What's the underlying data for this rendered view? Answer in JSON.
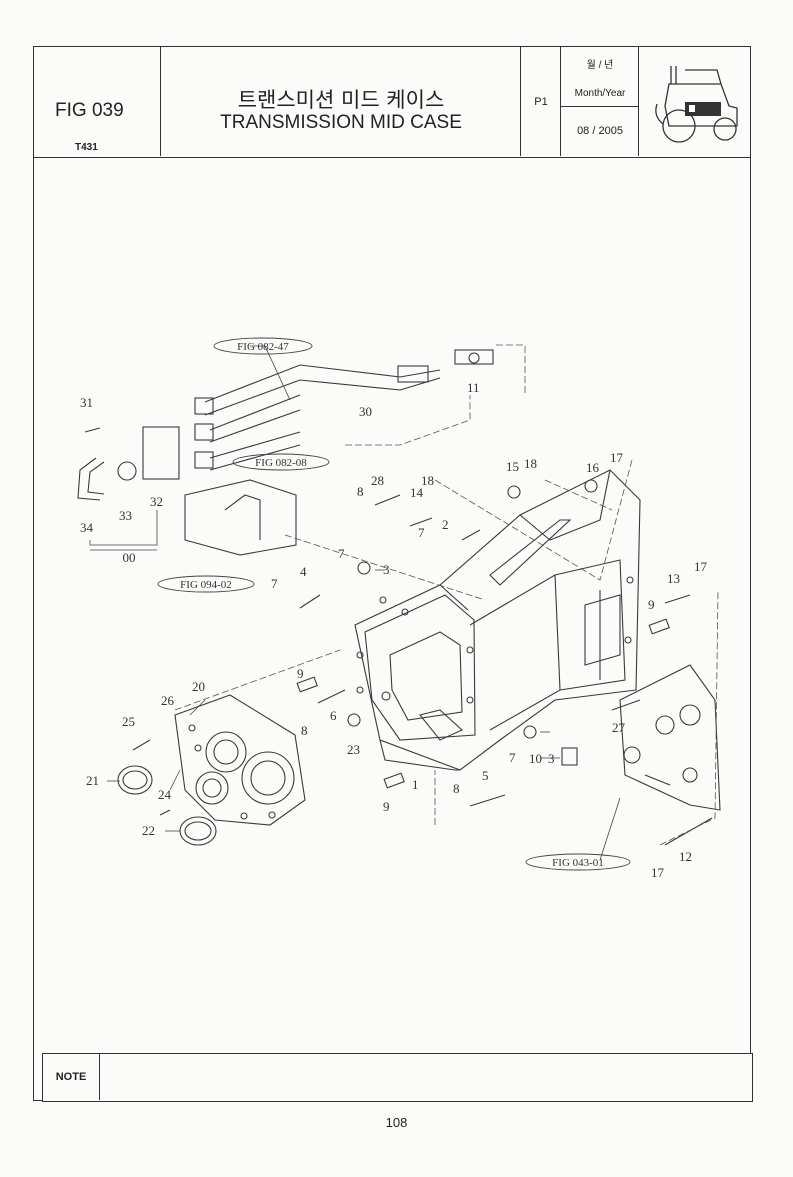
{
  "header": {
    "fig_no": "FIG 039",
    "model": "T431",
    "title_ko": "트랜스미션 미드 케이스",
    "title_en": "TRANSMISSION MID CASE",
    "page": "P1",
    "date_label_ko": "월 / 년",
    "date_label_en": "Month/Year",
    "date_value": "08 / 2005",
    "logo_icon": "tractor-icon"
  },
  "diagram": {
    "refs": {
      "fig_082_47": "FIG 082-47",
      "fig_082_08": "FIG 082-08",
      "fig_094_02": "FIG 094-02",
      "fig_043_01": "FIG 043-01"
    },
    "callouts": {
      "c00": "00",
      "c2": "2",
      "c3a": "3",
      "c3b": "3",
      "c4": "4",
      "c5": "5",
      "c6": "6",
      "c7a": "7",
      "c7b": "7",
      "c7c": "7",
      "c7d": "7",
      "c8a": "8",
      "c8b": "8",
      "c8c": "8",
      "c9a": "9",
      "c9b": "9",
      "c9c": "9",
      "c10": "10",
      "c11": "11",
      "c12": "12",
      "c13": "13",
      "c14": "14",
      "c15": "15",
      "c16": "16",
      "c17a": "17",
      "c17b": "17",
      "c17c": "17",
      "c18a": "18",
      "c18b": "18",
      "c1": "1",
      "c20": "20",
      "c21": "21",
      "c22": "22",
      "c23": "23",
      "c24": "24",
      "c25": "25",
      "c26": "26",
      "c27": "27",
      "c28": "28",
      "c30": "30",
      "c31": "31",
      "c32": "32",
      "c33": "33",
      "c34": "34"
    }
  },
  "footer": {
    "note_label": "NOTE",
    "note_text": "",
    "page_number": "108"
  }
}
